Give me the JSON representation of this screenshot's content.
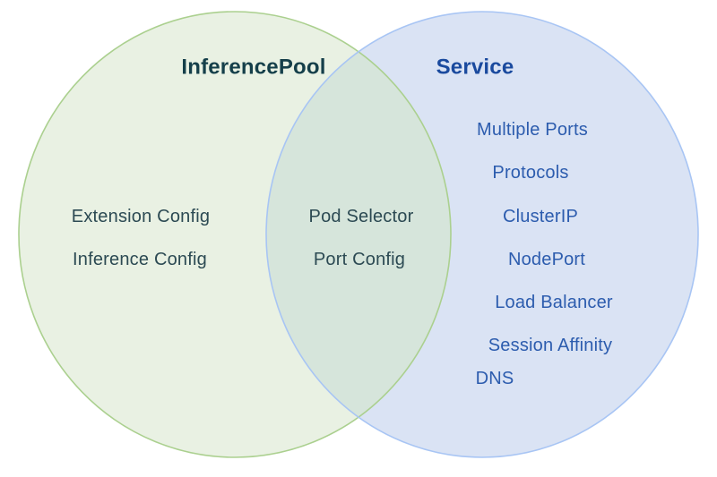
{
  "venn": {
    "left_circle": {
      "title": "InferencePool",
      "items": [
        "Extension Config",
        "Inference Config"
      ]
    },
    "overlap": {
      "items": [
        "Pod Selector",
        "Port Config"
      ]
    },
    "right_circle": {
      "title": "Service",
      "items": [
        "Multiple Ports",
        "Protocols",
        "ClusterIP",
        "NodePort",
        "Load Balancer",
        "Session Affinity",
        "DNS"
      ]
    },
    "colors": {
      "left_fill": "#e9f1e3",
      "left_border": "#abd08f",
      "right_fill": "#dae3f4",
      "right_border": "#a8c5f4",
      "overlap_fill": "#d6e5db",
      "left_title_text": "#153f4a",
      "left_item_text": "#2c4a53",
      "right_title_text": "#1a4a9e",
      "right_item_text": "#2c5cae"
    }
  }
}
